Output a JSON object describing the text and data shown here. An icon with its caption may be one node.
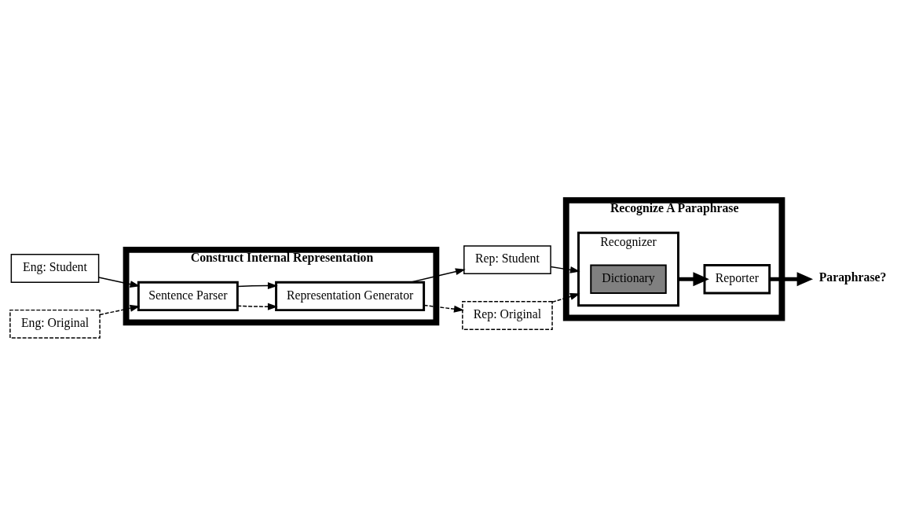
{
  "diagram": {
    "nodes": [
      {
        "text": [
          "Construct Internal Representation"
        ]
      },
      {
        "text": [
          "Sentence Parser"
        ],
        "in": 0
      },
      {
        "text": [
          "Representation Generator"
        ],
        "in": 0
      },
      {
        "text": [
          "Recognize A Paraphrase"
        ]
      },
      {
        "text": [
          "Recognizer"
        ],
        "in": 3
      },
      {
        "text": [
          "Dictionary"
        ],
        "in": 4
      },
      {
        "text": [
          "Reporter"
        ],
        "in": 3
      },
      {
        "text": [
          "Eng: Student"
        ]
      },
      {
        "text": [
          "Eng: Original"
        ]
      },
      {
        "text": [
          "Rep: Student"
        ]
      },
      {
        "text": [
          "Rep: Original"
        ]
      },
      {
        "text": [
          "Paraphrase?"
        ]
      }
    ],
    "edges": [
      {
        "from": 7,
        "to": 1,
        "arrow": "to"
      },
      {
        "from": 8,
        "to": 1,
        "arrow": "to",
        "style": "dashed"
      },
      {
        "from": 1,
        "to": 2,
        "arrow": "to",
        "style": "dashed"
      },
      {
        "from": 1,
        "to": 2,
        "arrow": "to"
      },
      {
        "from": 2,
        "to": 10,
        "arrow": "to",
        "style": "dashed"
      },
      {
        "from": 2,
        "to": 9,
        "arrow": "to"
      },
      {
        "from": 9,
        "to": 4,
        "arrow": "to"
      },
      {
        "from": 10,
        "to": 4,
        "arrow": "to",
        "style": "dashed"
      },
      {
        "from": 4,
        "to": 6,
        "arrow": "to",
        "style": "thick"
      },
      {
        "from": 6,
        "to": 11,
        "arrow": "to",
        "style": "thick"
      }
    ]
  }
}
